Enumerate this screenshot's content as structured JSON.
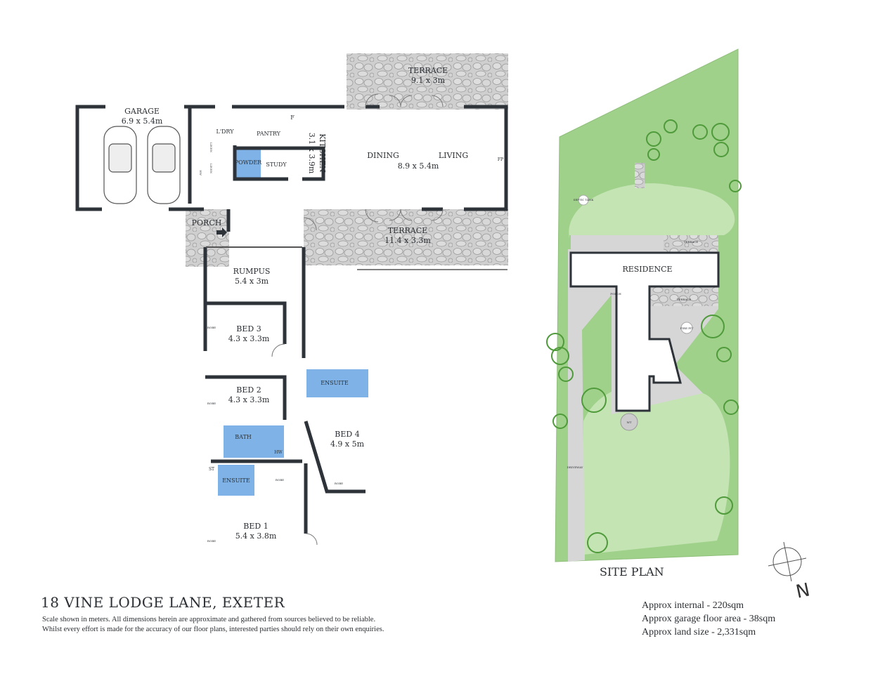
{
  "address": "18 VINE LODGE LANE, EXETER",
  "disclaimer": [
    "Scale shown in meters. All dimensions herein are approximate and gathered from sources believed to be  reliable.",
    "Whilst every effort is made for the accuracy of our floor plans, interested parties should rely on their own enquiries."
  ],
  "site_plan_label": "SITE PLAN",
  "areas": [
    "Approx internal - 220sqm",
    "Approx garage floor area - 38sqm",
    "Approx land size - 2,331sqm"
  ],
  "rooms": {
    "garage": {
      "name": "GARAGE",
      "size": "6.9 x 5.4m"
    },
    "terrace_top": {
      "name": "TERRACE",
      "size": "9.1 x 3m"
    },
    "terrace_bottom": {
      "name": "TERRACE",
      "size": "11.4 x 3.3m"
    },
    "kitchen": {
      "name": "KITCHEN",
      "size": "3.1 x 3.9m"
    },
    "dining": "DINING",
    "living": "LIVING",
    "dining_living_size": "8.9 x 5.4m",
    "laundry": "L'DRY",
    "pantry": "PANTRY",
    "powder": "POWDER",
    "study": "STUDY",
    "linen": "LINEN",
    "hw": "HW",
    "fridge": "F",
    "fp": "FP",
    "porch": "PORCH",
    "rumpus": {
      "name": "RUMPUS",
      "size": "5.4 x 3m"
    },
    "bed3": {
      "name": "BED 3",
      "size": "4.3 x 3.3m"
    },
    "bed2": {
      "name": "BED 2",
      "size": "4.3 x 3.3m"
    },
    "bed1": {
      "name": "BED 1",
      "size": "5.4 x 3.8m"
    },
    "bed4": {
      "name": "BED 4",
      "size": "4.9 x 5m"
    },
    "bath": "BATH",
    "ensuite": "ENSUITE",
    "robe": "ROBE",
    "st": "ST"
  },
  "site": {
    "residence": "RESIDENCE",
    "terrace": "TERRACE",
    "porch": "PORCH",
    "fire_pit": "FIRE PIT",
    "wt": "WT",
    "driveway": "DRIVEWAY",
    "septic": "SEPTIC TANK"
  },
  "compass": "N",
  "colors": {
    "wall": "#2d3339",
    "wet": "#7fb2e6",
    "stone": "#c9c9c9",
    "lawn": "#9fd18a",
    "lawn_light": "#c4e4b4",
    "paving": "#d6d6d6"
  }
}
